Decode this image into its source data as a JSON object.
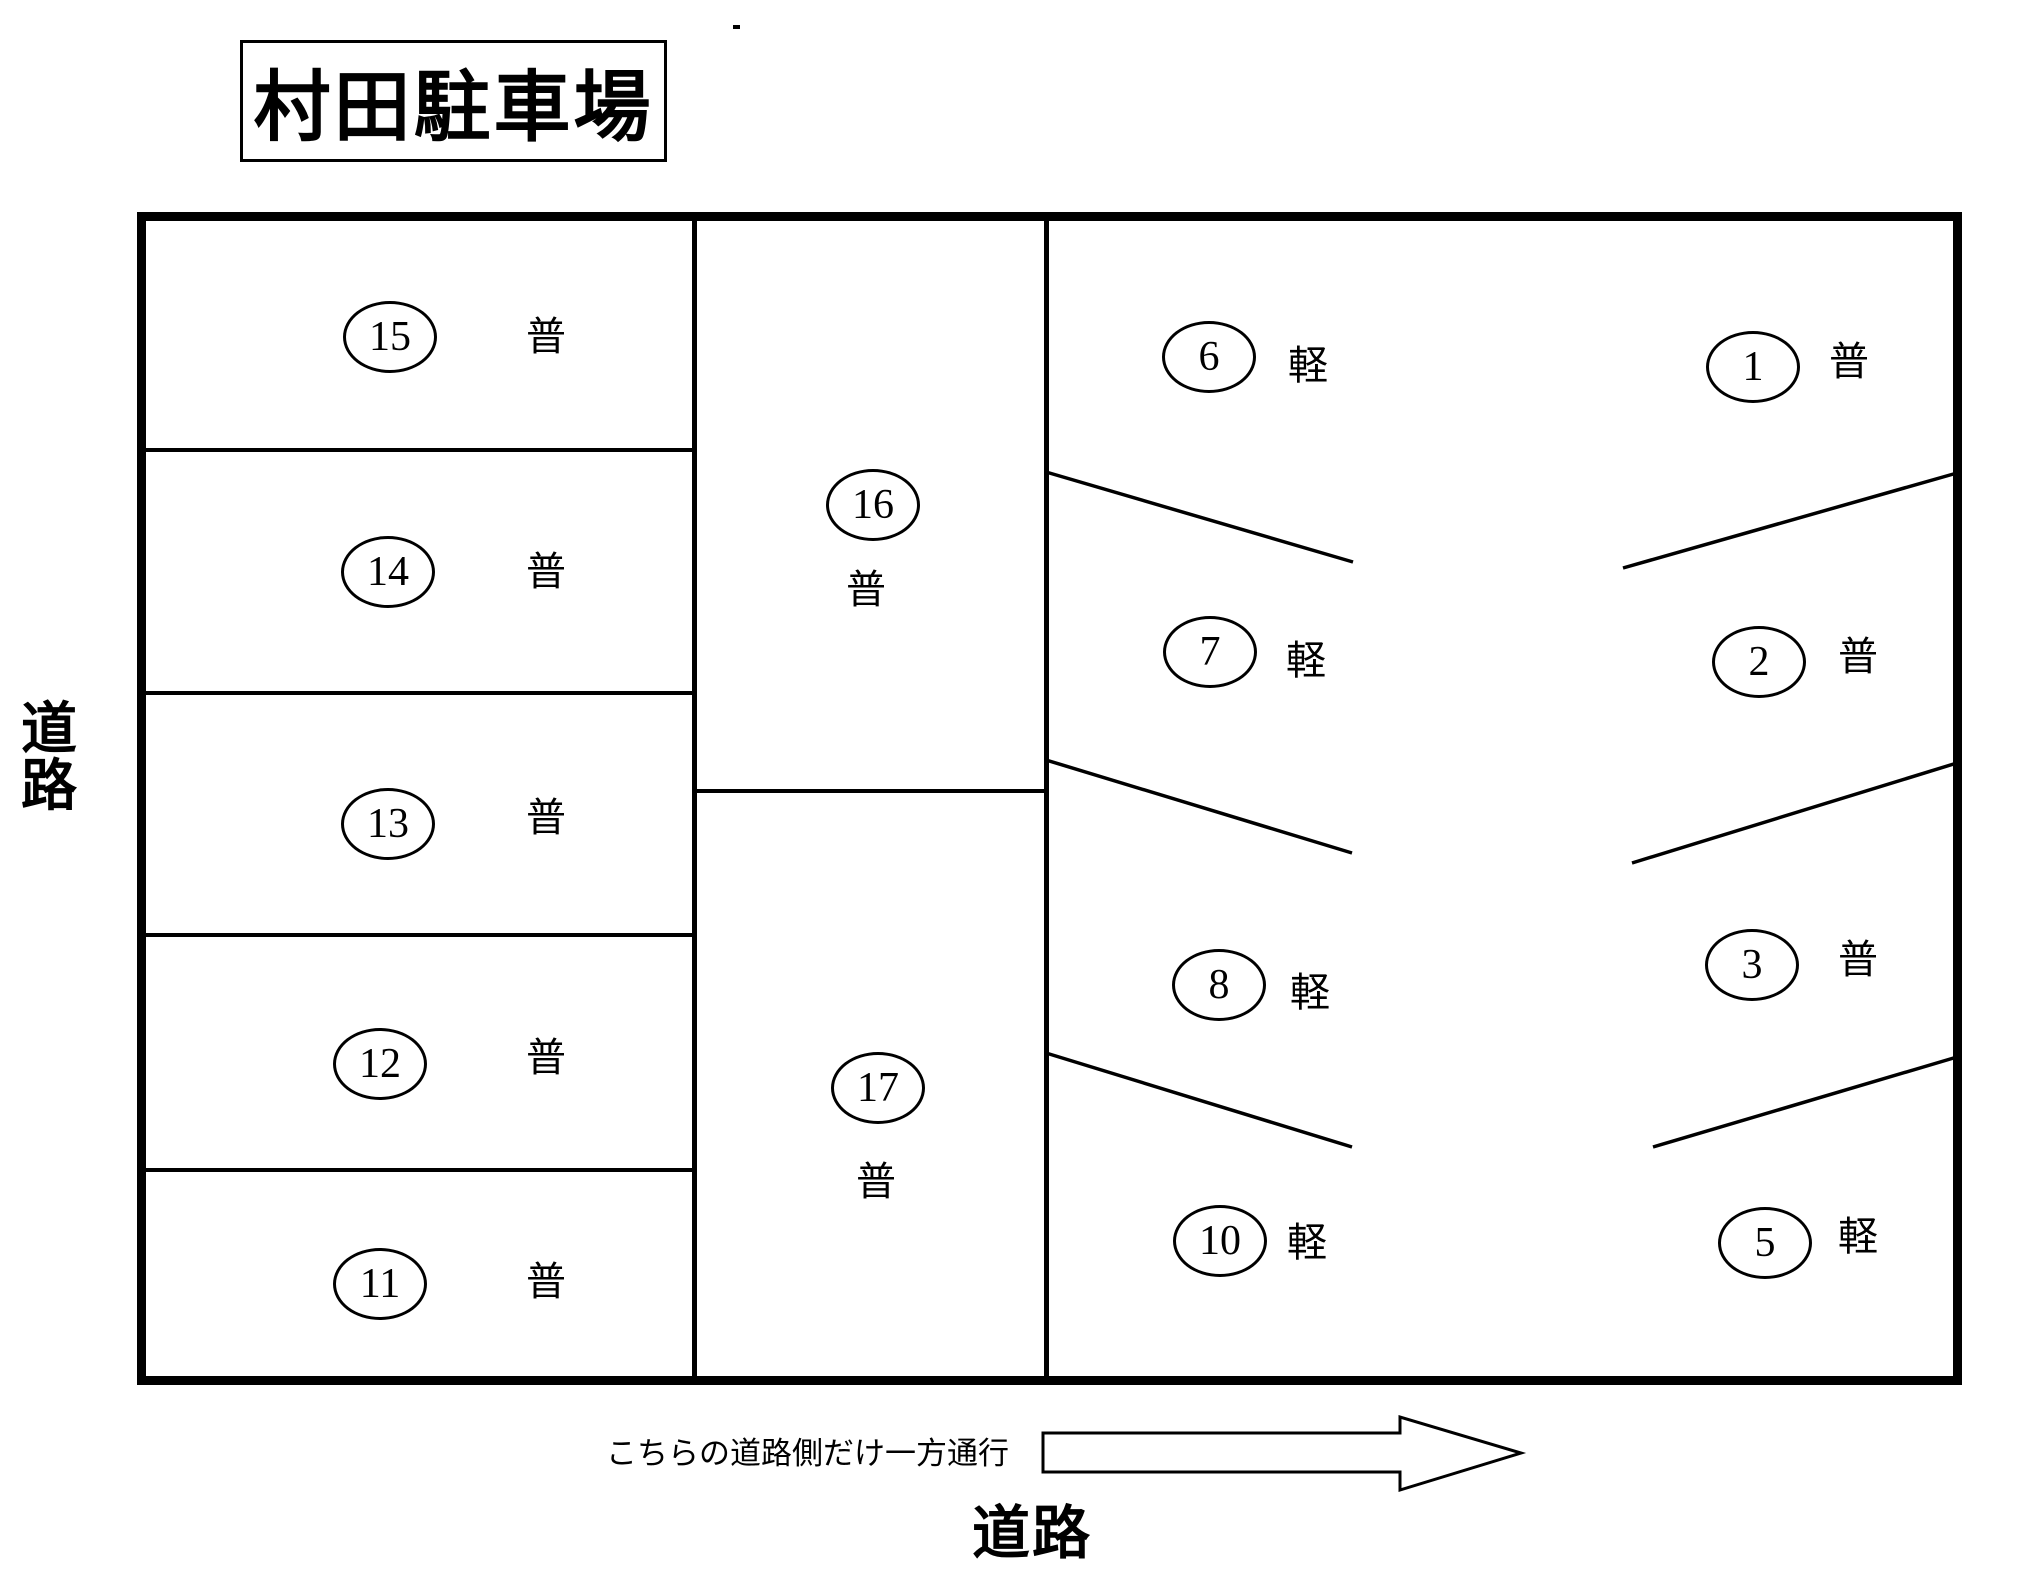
{
  "title": "村田駐車場",
  "roads": {
    "left_label": "道路",
    "left_label_vertical": "道\n路",
    "bottom_label": "道路",
    "one_way_note": "こちらの道路側だけ一方通行"
  },
  "stalls": {
    "left_column": [
      {
        "number": "15",
        "type": "普"
      },
      {
        "number": "14",
        "type": "普"
      },
      {
        "number": "13",
        "type": "普"
      },
      {
        "number": "12",
        "type": "普"
      },
      {
        "number": "11",
        "type": "普"
      }
    ],
    "middle_column": [
      {
        "number": "16",
        "type": "普"
      },
      {
        "number": "17",
        "type": "普"
      }
    ],
    "right_inner_column": [
      {
        "number": "6",
        "type": "軽"
      },
      {
        "number": "7",
        "type": "軽"
      },
      {
        "number": "8",
        "type": "軽"
      },
      {
        "number": "10",
        "type": "軽"
      }
    ],
    "right_outer_column": [
      {
        "number": "1",
        "type": "普"
      },
      {
        "number": "2",
        "type": "普"
      },
      {
        "number": "3",
        "type": "普"
      },
      {
        "number": "5",
        "type": "軽"
      }
    ]
  },
  "colors": {
    "line": "#000000",
    "background": "#ffffff"
  }
}
